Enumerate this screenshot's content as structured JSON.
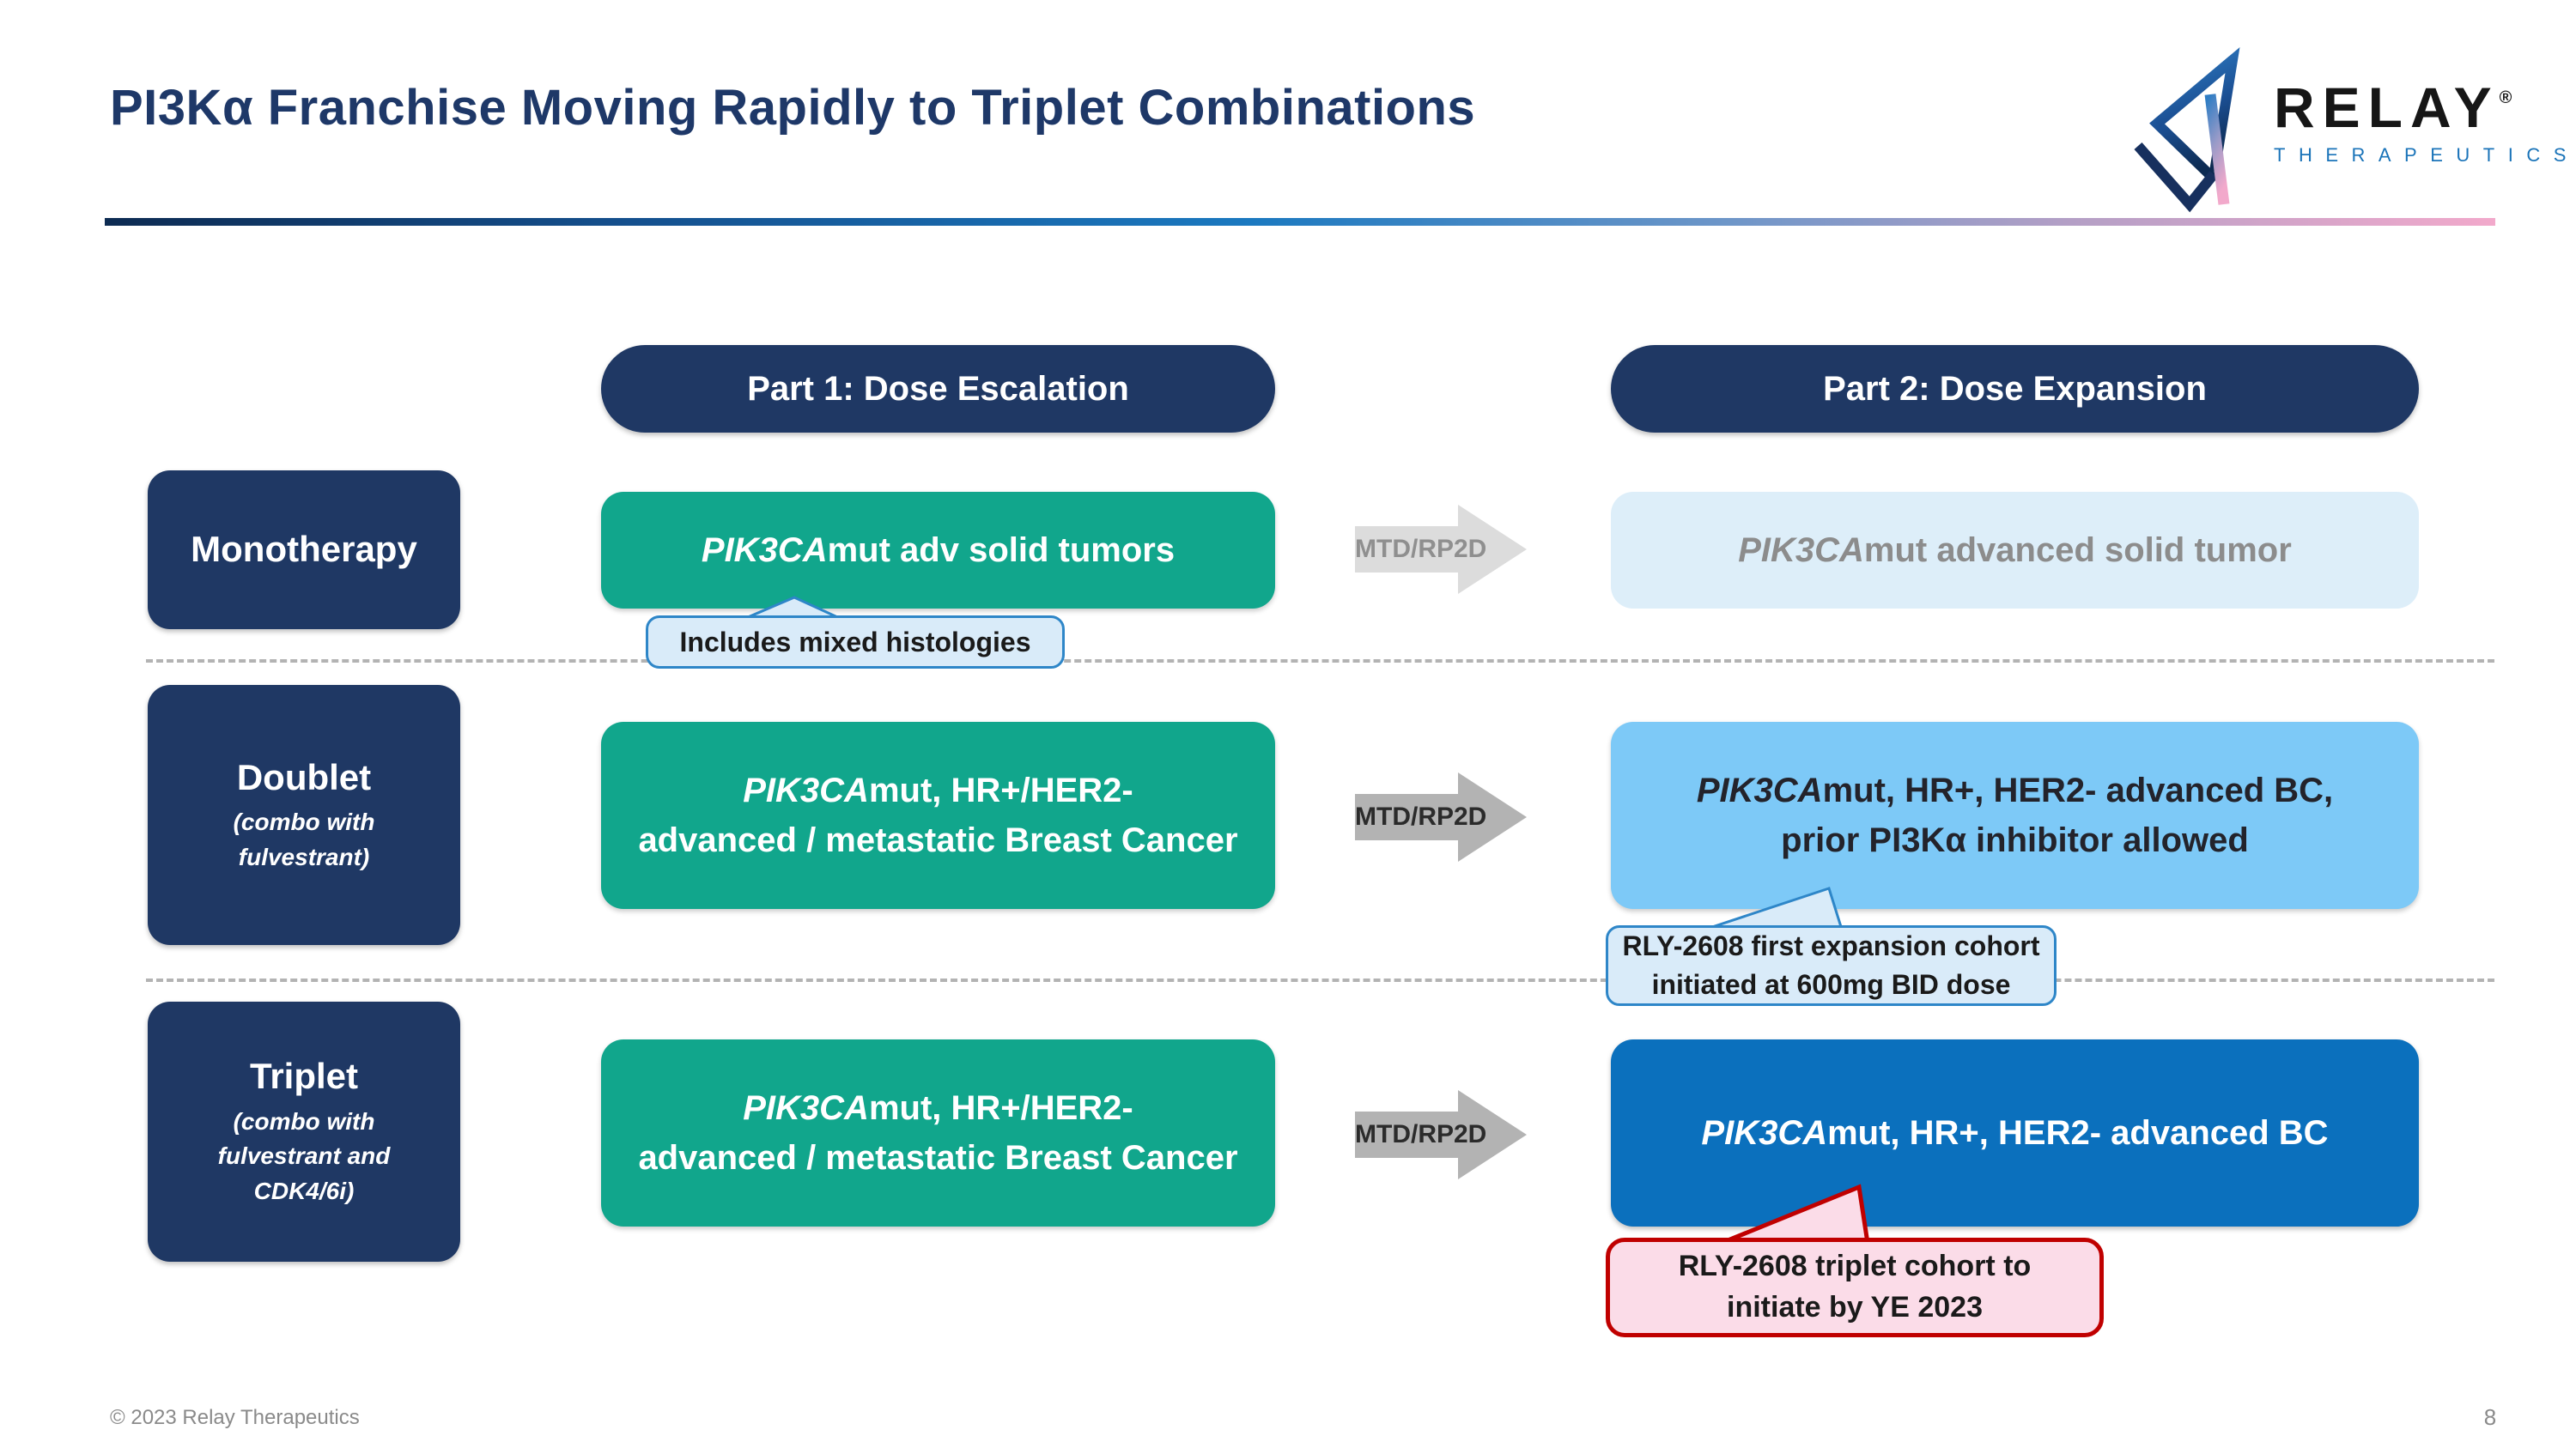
{
  "slide": {
    "title": "PI3Kα Franchise Moving Rapidly to Triplet Combinations",
    "footer_copyright": "© 2023 Relay Therapeutics",
    "page_number": "8"
  },
  "logo": {
    "brand": "RELAY",
    "registered": "®",
    "subtitle": "THERAPEUTICS"
  },
  "headers": {
    "part1": "Part 1: Dose Escalation",
    "part2": "Part 2: Dose Expansion"
  },
  "rows": [
    {
      "label": "Monotherapy",
      "sublabel": "",
      "escalation": {
        "gene": "PIK3CA",
        "line1": "mut adv solid tumors",
        "line2": ""
      },
      "arrow_label": "MTD/RP2D",
      "expansion": {
        "gene": "PIK3CA",
        "line1": "mut advanced solid tumor",
        "line2": ""
      },
      "callout": {
        "line1": "Includes mixed histologies",
        "line2": ""
      }
    },
    {
      "label": "Doublet",
      "sublabel": "(combo with fulvestrant)",
      "escalation": {
        "gene": "PIK3CA",
        "line1": "mut, HR+/HER2-",
        "line2": "advanced / metastatic Breast Cancer"
      },
      "arrow_label": "MTD/RP2D",
      "expansion": {
        "gene": "PIK3CA",
        "line1": "mut, HR+, HER2- advanced BC,",
        "line2": "prior PI3Kα inhibitor allowed"
      },
      "callout": {
        "line1": "RLY-2608 first expansion cohort",
        "line2": "initiated at 600mg BID dose"
      }
    },
    {
      "label": "Triplet",
      "sublabel": "(combo with fulvestrant and CDK4/6i)",
      "escalation": {
        "gene": "PIK3CA",
        "line1": "mut, HR+/HER2-",
        "line2": "advanced / metastatic Breast Cancer"
      },
      "arrow_label": "MTD/RP2D",
      "expansion": {
        "gene": "PIK3CA",
        "line1": "mut, HR+, HER2- advanced BC",
        "line2": ""
      },
      "callout": {
        "line1": "RLY-2608 triplet cohort to",
        "line2": "initiate by YE 2023"
      }
    }
  ],
  "colors": {
    "navy": "#1F3864",
    "teal": "#11A68C",
    "sky_blue": "#7DC9F7",
    "solid_blue": "#0B70BD",
    "pale_blue": "#DDEEF9",
    "callout_blue_fill": "#D9EBF9",
    "callout_blue_border": "#2E86C8",
    "callout_pink_fill": "#FBDCE8",
    "callout_pink_border": "#C00000",
    "arrow_gray_light": "#DCDCDC",
    "arrow_gray": "#B3B3B3",
    "title_blue": "#1E3868",
    "divider_gradient_start": "#0D2B52",
    "divider_gradient_end": "#F2A9CB"
  }
}
